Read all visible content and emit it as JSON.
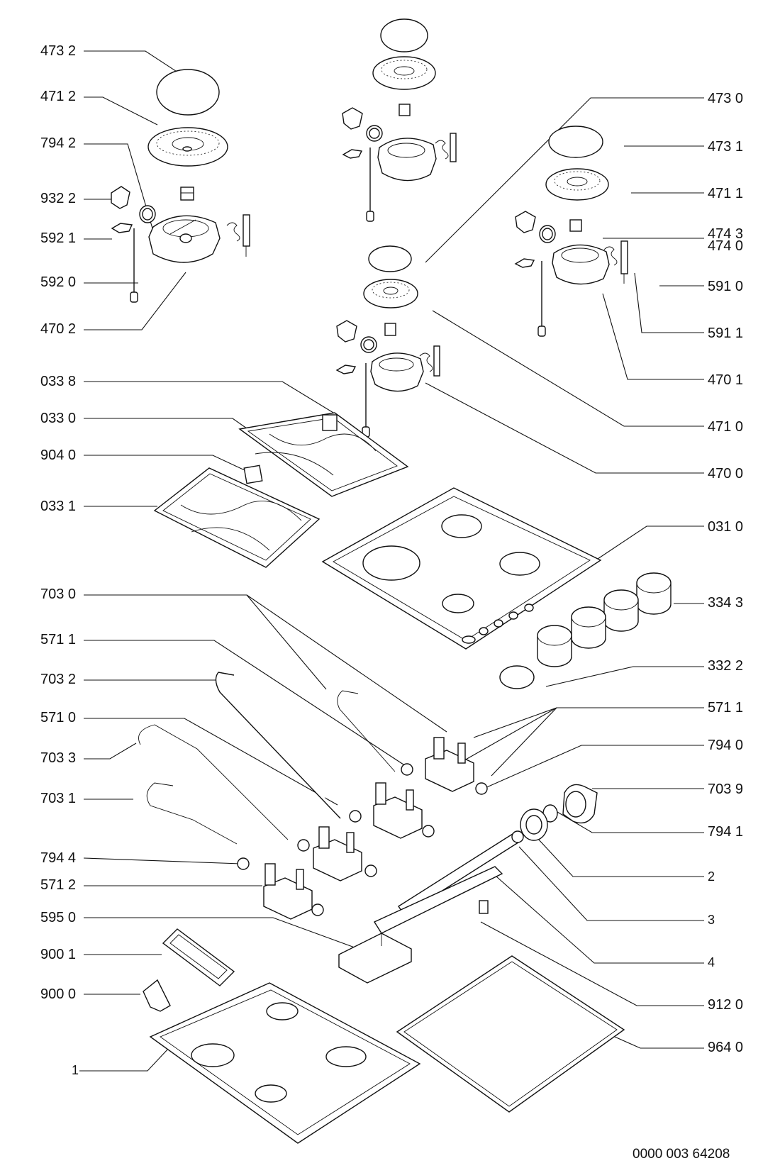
{
  "labels": {
    "L_4732": "473 2",
    "L_4712": "471 2",
    "L_7942": "794 2",
    "L_9322": "932 2",
    "L_5921": "592 1",
    "L_5920": "592 0",
    "L_4702": "470 2",
    "L_0338": "033 8",
    "L_0330": "033 0",
    "L_9040": "904 0",
    "L_0331": "033 1",
    "L_7030": "703 0",
    "L_5711a": "571 1",
    "L_7032": "703 2",
    "L_5710": "571 0",
    "L_7033": "703 3",
    "L_7031": "703 1",
    "L_7944": "794 4",
    "L_5712": "571 2",
    "L_5950": "595 0",
    "L_9001": "900 1",
    "L_9000": "900 0",
    "L_1": "1",
    "R_4730": "473 0",
    "R_4731": "473 1",
    "R_4711": "471 1",
    "R_4743": "474 3",
    "R_4740": "474 0",
    "R_5910": "591 0",
    "R_5911": "591 1",
    "R_4701": "470 1",
    "R_4710": "471 0",
    "R_4700": "470 0",
    "R_0310": "031 0",
    "R_3343": "334 3",
    "R_3322": "332 2",
    "R_5711b": "571 1",
    "R_7940": "794 0",
    "R_7039": "703 9",
    "R_7941": "794 1",
    "R_2": "2",
    "R_3": "3",
    "R_4": "4",
    "R_9120": "912 0",
    "R_9640": "964 0"
  },
  "footer_code": "0000 003 64208"
}
